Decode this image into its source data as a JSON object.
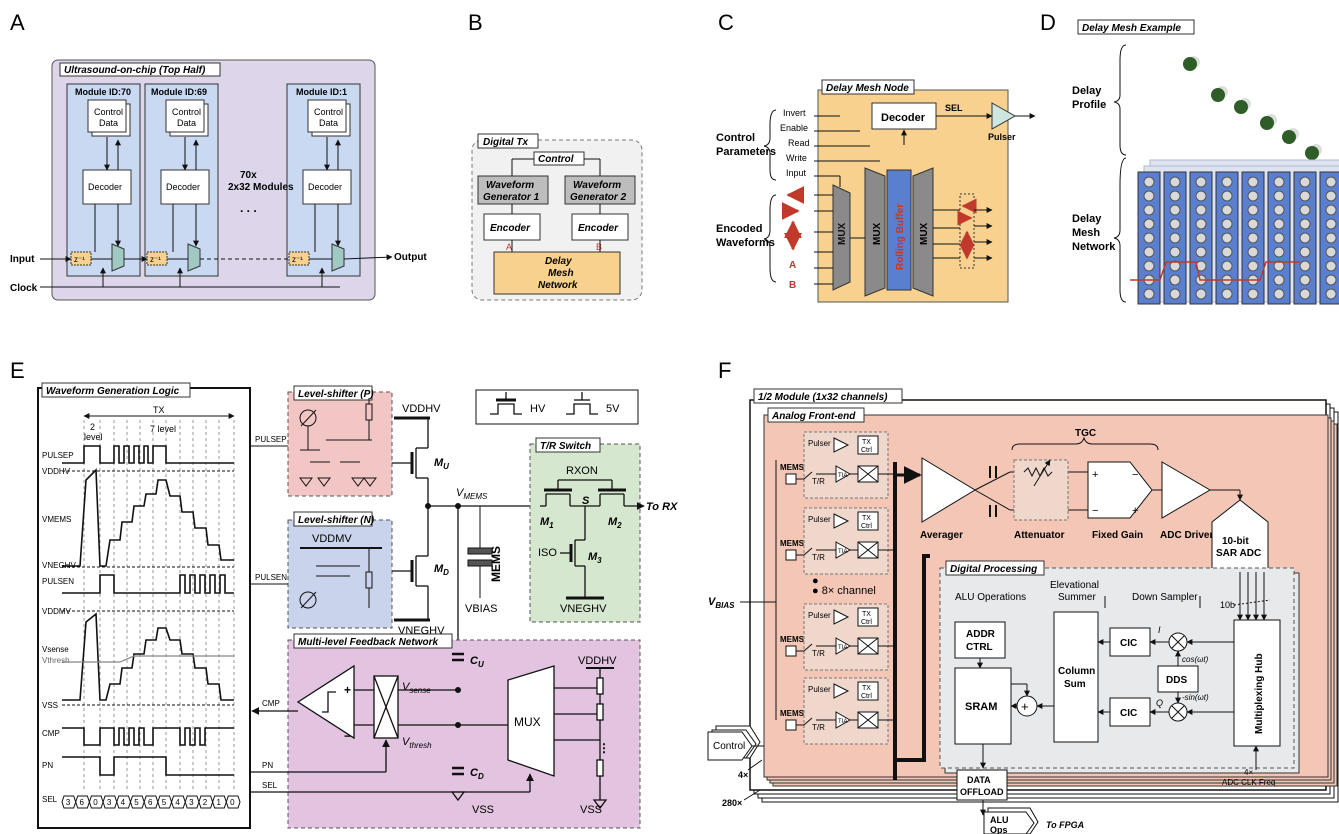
{
  "panels": {
    "A": {
      "letter": "A",
      "title": "Ultrasound-on-chip (Top Half)",
      "modules": [
        "Module ID:70",
        "Module ID:69",
        "Module ID:1"
      ],
      "control_data": "Control Data",
      "decoder": "Decoder",
      "count_text": "70x 2x32 Modules",
      "z_inv": "z⁻¹",
      "input": "Input",
      "clock": "Clock",
      "output": "Output"
    },
    "B": {
      "letter": "B",
      "title": "Digital Tx",
      "control": "Control",
      "wg1": "Waveform Generator 1",
      "wg2": "Waveform Generator 2",
      "encoder": "Encoder",
      "port_a": "A",
      "port_b": "B",
      "mesh": "Delay Mesh Network"
    },
    "C": {
      "letter": "C",
      "title": "Delay Mesh Node",
      "control_params": "Control Parameters",
      "params": [
        "Invert",
        "Enable",
        "Read",
        "Write",
        "Input"
      ],
      "decoder": "Decoder",
      "sel": "SEL",
      "pulser": "Pulser",
      "encoded": "Encoded Waveforms",
      "mux": "MUX",
      "rolling": "Rolling Buffer",
      "in_a": "A",
      "in_b": "B"
    },
    "D": {
      "letter": "D",
      "title": "Delay Mesh Example",
      "profile": "Delay Profile",
      "network": "Delay Mesh Network"
    },
    "E": {
      "letter": "E",
      "wgl_title": "Waveform Generation Logic",
      "tx": "TX",
      "lvl2": "2 level",
      "lvl7": "7 level",
      "signals": [
        "PULSEP",
        "VDDHV",
        "VMEMS",
        "VNEGHV",
        "PULSEN",
        "VDDMV",
        "Vsense",
        "Vthresh",
        "VSS",
        "CMP",
        "PN",
        "SEL"
      ],
      "sel_values": [
        "3",
        "6",
        "0",
        "3",
        "4",
        "5",
        "6",
        "5",
        "4",
        "3",
        "2",
        "1",
        "0"
      ],
      "ls_p": "Level-shifter (P)",
      "ls_n": "Level-shifter (N)",
      "vddhv": "VDDHV",
      "vddmv": "VDDMV",
      "vneghv": "VNEGHV",
      "mu": "MU",
      "md": "MD",
      "vmems": "VMEMS",
      "hv": "HV",
      "v5": "5V",
      "tr_title": "T/R Switch",
      "rxon": "RXON",
      "s": "S",
      "m1": "M1",
      "m2": "M2",
      "m3": "M3",
      "iso": "ISO",
      "to_rx": "To RX",
      "mems": "MEMS",
      "vbias": "VBIAS",
      "mfn_title": "Multi-level Feedback Network",
      "cu": "CU",
      "cd": "CD",
      "vsense": "Vsense",
      "vthresh": "Vthresh",
      "mux": "MUX",
      "vss": "VSS",
      "cmp": "CMP",
      "pn": "PN",
      "sel": "SEL",
      "pulsep": "PULSEP",
      "pulsen": "PULSEN"
    },
    "F": {
      "letter": "F",
      "title": "1/2 Module (1x32 channels)",
      "afe": "Analog Front-end",
      "pulser": "Pulser",
      "txctrl": "TX Ctrl",
      "tr": "T/R",
      "tia": "TIA",
      "mems": "MEMS",
      "ch8": "8× channel",
      "vbias": "VBIAS",
      "tgc": "TGC",
      "averager": "Averager",
      "attenuator": "Attenuator",
      "fixed_gain": "Fixed Gain",
      "adc_driver": "ADC Driver",
      "sar": "10-bit SAR ADC",
      "dp": "Digital Processing",
      "alu_ops": "ALU Operations",
      "elev": "Elevational Summer",
      "down": "Down Sampler",
      "addr": "ADDR CTRL",
      "sram": "SRAM",
      "col_sum": "Column Sum",
      "cic": "CIC",
      "dds": "DDS",
      "i": "I",
      "q": "Q",
      "cos": "cos(ωt)",
      "sin": "-sin(ωt)",
      "tenb": "10b",
      "mux_hub": "Multiplexing Hub",
      "adc_clk": "4× ADC CLK Freq",
      "control": "Control",
      "x4": "4×",
      "x280": "280×",
      "data_offload": "DATA OFFLOAD",
      "alu_ops_out": "ALU Ops",
      "to_fpga": "To FPGA"
    }
  },
  "colors": {
    "lavender": "#ddd6ea",
    "module_blue": "#c9d9f2",
    "buffer_blue": "#5b7fcf",
    "node_orange": "#f8d18e",
    "mesh_orange": "#f8d18e",
    "dark_green": "#2f5d27",
    "pink": "#f3c6c6",
    "light_blue": "#c9d3ec",
    "green": "#d5e8cf",
    "purple": "#e2c4e0",
    "salmon": "#f3c6b6",
    "grey_panel": "#e7e9ea",
    "red_arrow": "#c0392b"
  }
}
